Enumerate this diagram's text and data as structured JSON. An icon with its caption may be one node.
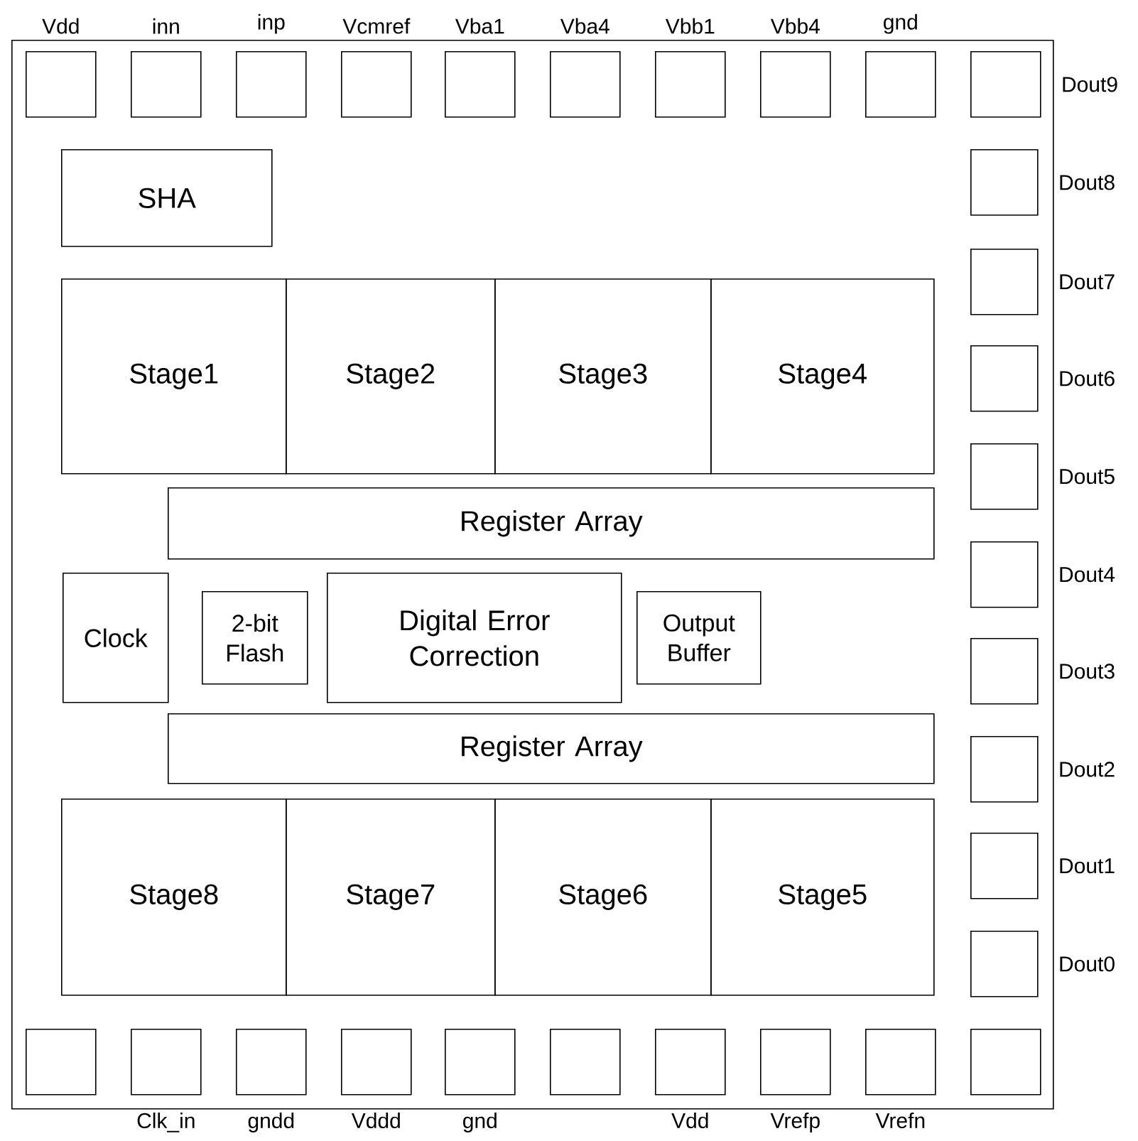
{
  "diagram": {
    "nodes": [
      {
        "text": [],
        "shape": "box"
      },
      {
        "text": [],
        "shape": "box",
        "beside": [
          "Vdd"
        ],
        "in": 0
      },
      {
        "text": [],
        "shape": "box",
        "beside": [
          "inn"
        ],
        "in": 0
      },
      {
        "text": [],
        "shape": "box",
        "beside": [
          "inp"
        ],
        "in": 0
      },
      {
        "text": [],
        "shape": "box",
        "beside": [
          "Vcmref"
        ],
        "in": 0
      },
      {
        "text": [],
        "shape": "box",
        "beside": [
          "Vba1"
        ],
        "in": 0
      },
      {
        "text": [],
        "shape": "box",
        "beside": [
          "Vba4"
        ],
        "in": 0
      },
      {
        "text": [],
        "shape": "box",
        "beside": [
          "Vbb1"
        ],
        "in": 0
      },
      {
        "text": [],
        "shape": "box",
        "beside": [
          "Vbb4"
        ],
        "in": 0
      },
      {
        "text": [],
        "shape": "box",
        "beside": [
          "gnd"
        ],
        "in": 0
      },
      {
        "text": [],
        "shape": "box",
        "beside": [
          "Dout9"
        ],
        "in": 0
      },
      {
        "text": [],
        "shape": "box",
        "beside": [
          "Dout8"
        ],
        "in": 0
      },
      {
        "text": [],
        "shape": "box",
        "beside": [
          "Dout7"
        ],
        "in": 0
      },
      {
        "text": [],
        "shape": "box",
        "beside": [
          "Dout6"
        ],
        "in": 0
      },
      {
        "text": [],
        "shape": "box",
        "beside": [
          "Dout5"
        ],
        "in": 0
      },
      {
        "text": [],
        "shape": "box",
        "beside": [
          "Dout4"
        ],
        "in": 0
      },
      {
        "text": [],
        "shape": "box",
        "beside": [
          "Dout3"
        ],
        "in": 0
      },
      {
        "text": [],
        "shape": "box",
        "beside": [
          "Dout2"
        ],
        "in": 0
      },
      {
        "text": [],
        "shape": "box",
        "beside": [
          "Dout1"
        ],
        "in": 0
      },
      {
        "text": [],
        "shape": "box",
        "beside": [
          "Dout0"
        ],
        "in": 0
      },
      {
        "text": [
          "SHA"
        ],
        "in": 0
      },
      {
        "text": [
          "Stage1"
        ],
        "in": 0
      },
      {
        "text": [
          "Stage2"
        ],
        "in": 0
      },
      {
        "text": [
          "Stage3"
        ],
        "in": 0
      },
      {
        "text": [
          "Stage4"
        ],
        "in": 0
      },
      {
        "text": [
          "Register Array"
        ],
        "in": 0
      },
      {
        "text": [
          "Clock"
        ],
        "in": 0
      },
      {
        "text": [
          "2-bit Flash"
        ],
        "in": 0
      },
      {
        "text": [
          "Digital Error Correction"
        ],
        "in": 0
      },
      {
        "text": [
          "Output Buffer"
        ],
        "in": 0
      },
      {
        "text": [
          "Register Array"
        ],
        "in": 0
      },
      {
        "text": [
          "Stage8"
        ],
        "in": 0
      },
      {
        "text": [
          "Stage7"
        ],
        "in": 0
      },
      {
        "text": [
          "Stage6"
        ],
        "in": 0
      },
      {
        "text": [
          "Stage5"
        ],
        "in": 0
      },
      {
        "text": [],
        "shape": "box",
        "in": 0
      },
      {
        "text": [],
        "shape": "box",
        "beside": [
          "Clk_in"
        ],
        "in": 0
      },
      {
        "text": [],
        "shape": "box",
        "beside": [
          "gndd"
        ],
        "in": 0
      },
      {
        "text": [],
        "shape": "box",
        "beside": [
          "Vddd"
        ],
        "in": 0
      },
      {
        "text": [],
        "shape": "box",
        "beside": [
          "gnd"
        ],
        "in": 0
      },
      {
        "text": [],
        "shape": "box",
        "in": 0
      },
      {
        "text": [],
        "shape": "box",
        "beside": [
          "Vdd"
        ],
        "in": 0
      },
      {
        "text": [],
        "shape": "box",
        "beside": [
          "Vrefp"
        ],
        "in": 0
      },
      {
        "text": [],
        "shape": "box",
        "beside": [
          "Vrefn"
        ],
        "in": 0
      },
      {
        "text": [],
        "shape": "box",
        "in": 0
      }
    ]
  }
}
